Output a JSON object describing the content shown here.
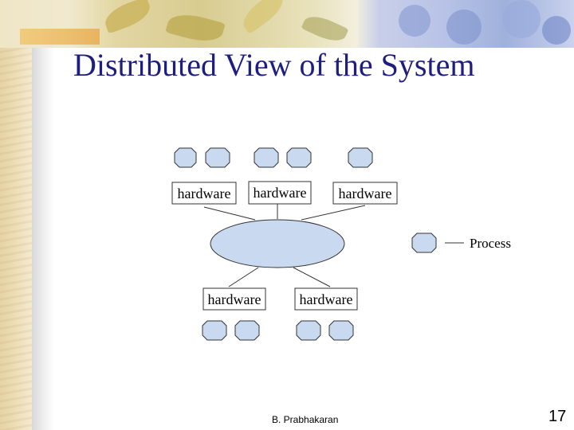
{
  "slide": {
    "title": "Distributed View of the System",
    "footer": "B. Prabhakaran",
    "page_number": "17"
  },
  "diagram": {
    "hardware_label": "hardware",
    "legend_label": "Process",
    "node_fill": "#c9daf0",
    "stroke": "#333333"
  }
}
